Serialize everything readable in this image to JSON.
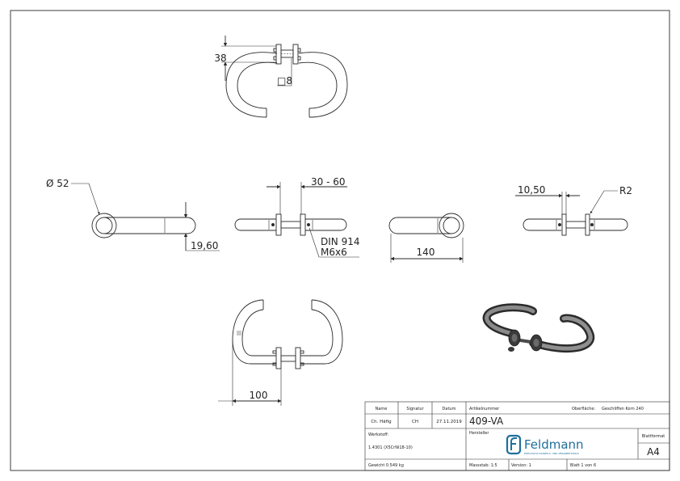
{
  "dimensions": {
    "top_height": "38",
    "top_square": "□8",
    "diameter": "Ø 52",
    "height_19_60": "19,60",
    "range_30_60": "30 - 60",
    "screw_line1": "DIN 914",
    "screw_line2": "M6x6",
    "length_140": "140",
    "width_10_50": "10,50",
    "radius_r2": "R2",
    "depth_100": "100"
  },
  "title_block": {
    "name_label": "Name",
    "signature_label": "Signatur",
    "date_label": "Datum",
    "name_value": "Ch. Häfig",
    "signature_value": "CH",
    "date_value": "27.11.2019",
    "article_label": "Artikelnummer",
    "article_value": "409-VA",
    "surface_label": "Oberfläche:",
    "surface_value": "Geschliffen Korn 240",
    "material_label": "Werkstoff:",
    "material_value": "1.4301 (X5CrNi18-10)",
    "manufacturer_label": "Hersteller",
    "logo_name": "Feldmann",
    "logo_tagline": "EDELSTAHL-HANDELS- UND VERARBEITUNGS",
    "format_label": "Blattformat",
    "format_value": "A4",
    "weight": "Gewicht 0.549 kg",
    "scale": "Massstab: 1:5",
    "version": "Version: 1",
    "sheet": "Blatt 1 von 6"
  },
  "colors": {
    "line": "#2a2a2a",
    "logo_blue": "#1f6f9c",
    "rendering_dark": "#3a3a3a",
    "rendering_light": "#9a9a9a"
  }
}
